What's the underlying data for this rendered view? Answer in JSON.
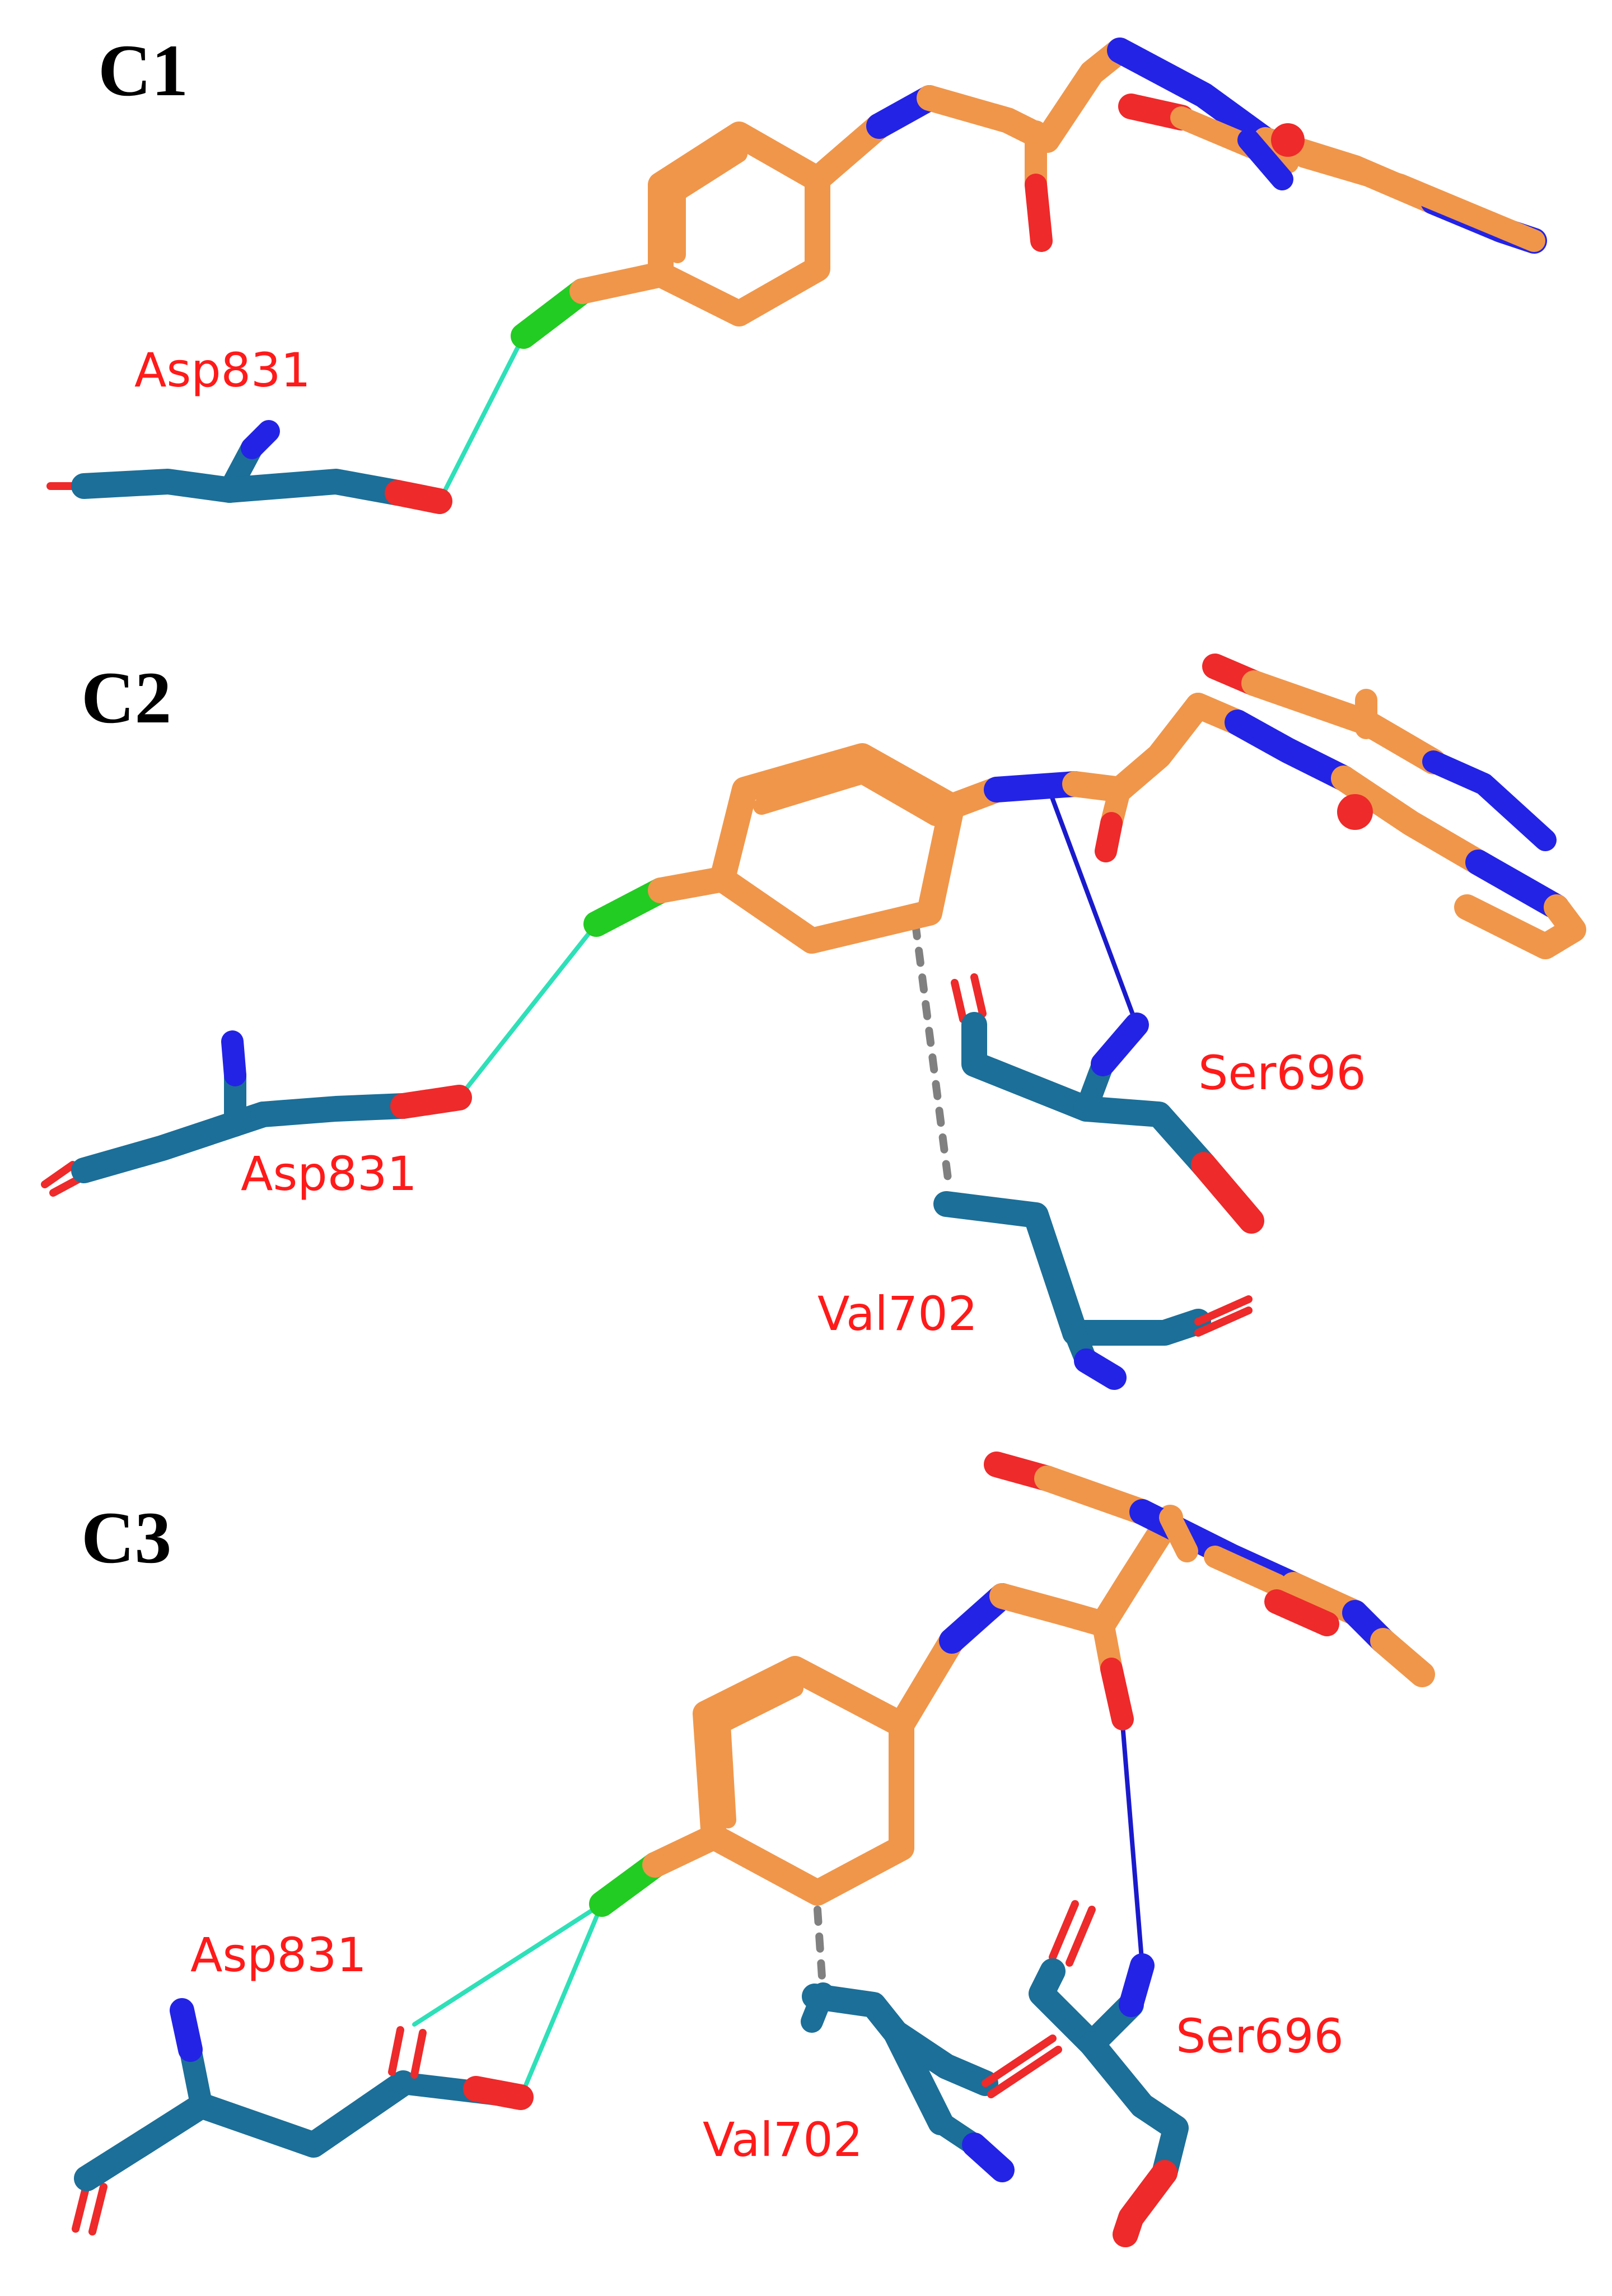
{
  "colors": {
    "ligand_carbon": "#f0964a",
    "protein_carbon": "#1b6f98",
    "nitrogen": "#2323e6",
    "oxygen": "#ee2a2a",
    "chlorine": "#22cc22",
    "halogen_bond": "#2ee0b8",
    "hydrogen_bond": "#1a1acc",
    "hydrophobic": "#808080",
    "label": "#ff1a1a"
  },
  "panels": [
    {
      "label": "C1",
      "residues": [
        {
          "label": "Asp831"
        }
      ]
    },
    {
      "label": "C2",
      "residues": [
        {
          "label": "Asp831"
        },
        {
          "label": "Ser696"
        },
        {
          "label": "Val702"
        }
      ]
    },
    {
      "label": "C3",
      "residues": [
        {
          "label": "Asp831"
        },
        {
          "label": "Ser696"
        },
        {
          "label": "Val702"
        }
      ]
    }
  ]
}
